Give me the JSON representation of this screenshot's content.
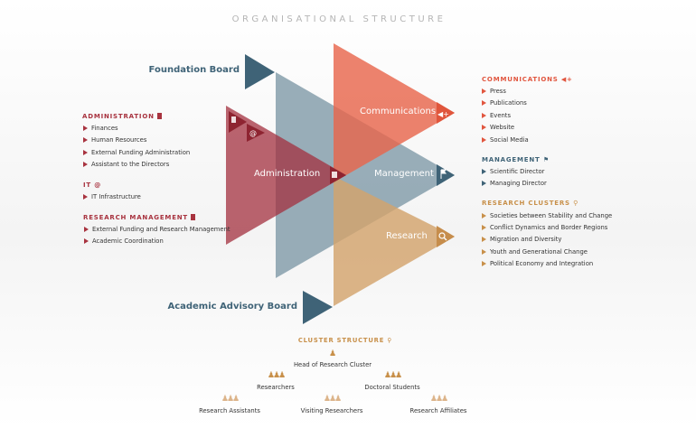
{
  "title": "ORGANISATIONAL STRUCTURE",
  "boards": {
    "foundation": "Foundation Board",
    "academic_advisory": "Academic Advisory Board"
  },
  "diagram": {
    "communications": "Communications",
    "administration": "Administration",
    "management": "Management",
    "research": "Research"
  },
  "left": {
    "administration": {
      "heading": "ADMINISTRATION",
      "items": [
        "Finances",
        "Human Resources",
        "External Funding Administration",
        "Assistant to the Directors"
      ]
    },
    "it": {
      "heading": "IT @",
      "items": [
        "IT Infrastructure"
      ]
    },
    "research_management": {
      "heading": "RESEARCH MANAGEMENT",
      "items": [
        "External Funding and Research Management",
        "Academic Coordination"
      ]
    }
  },
  "right": {
    "communications": {
      "heading": "COMMUNICATIONS",
      "items": [
        "Press",
        "Publications",
        "Events",
        "Website",
        "Social Media"
      ]
    },
    "management": {
      "heading": "MANAGEMENT",
      "items": [
        "Scientific Director",
        "Managing Director"
      ]
    },
    "research_clusters": {
      "heading": "RESEARCH CLUSTERS",
      "items": [
        "Societies between Stability and Change",
        "Conflict Dynamics and Border Regions",
        "Migration and Diversity",
        "Youth and Generational Change",
        "Political Economy and Integration"
      ]
    }
  },
  "cluster_structure": {
    "heading": "CLUSTER STRUCTURE",
    "head": "Head of Research Cluster",
    "level2": [
      "Researchers",
      "Doctoral Students"
    ],
    "level3": [
      "Research Assistants",
      "Visiting Researchers",
      "Research Affiliates"
    ]
  },
  "colors": {
    "red": "#a8333f",
    "coral": "#e86f58",
    "teal": "#3f6377",
    "grey": "#7f9aa7",
    "tan": "#d3a36c"
  }
}
